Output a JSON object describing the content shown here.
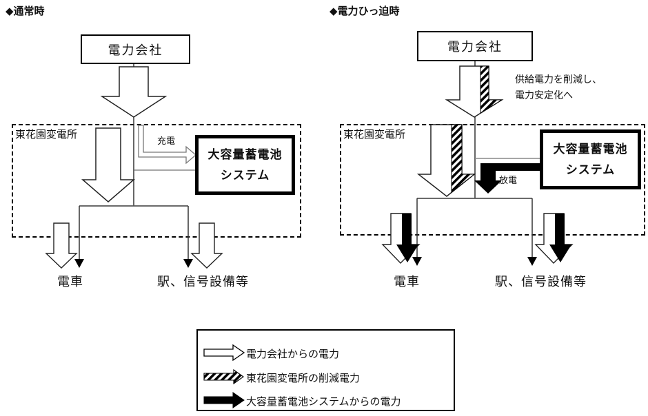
{
  "left_panel": {
    "title": "◆通常時",
    "power_company_label": "電力会社",
    "substation_label": "東花園変電所",
    "battery_label_line1": "大容量蓄電池",
    "battery_label_line2": "システム",
    "charge_label": "充電",
    "train_label": "電車",
    "station_label": "駅、信号設備等"
  },
  "right_panel": {
    "title": "◆電力ひっ迫時",
    "power_company_label": "電力会社",
    "substation_label": "東花園変電所",
    "battery_label_line1": "大容量蓄電池",
    "battery_label_line2": "システム",
    "discharge_label": "放電",
    "note_line1": "供給電力を削減し、",
    "note_line2": "電力安定化へ",
    "train_label": "電車",
    "station_label": "駅、信号設備等"
  },
  "legend": {
    "items": [
      {
        "icon": "white-arrow-icon",
        "label": "電力会社からの電力"
      },
      {
        "icon": "hatched-arrow-icon",
        "label": "東花園変電所の削減電力"
      },
      {
        "icon": "black-arrow-icon",
        "label": "大容量蓄電池システムからの電力"
      }
    ]
  },
  "colors": {
    "background": "#ffffff",
    "line": "#3a3a3a",
    "gray_line": "#888888",
    "arrow_fill_white": "#ffffff",
    "arrow_fill_black": "#000000"
  }
}
